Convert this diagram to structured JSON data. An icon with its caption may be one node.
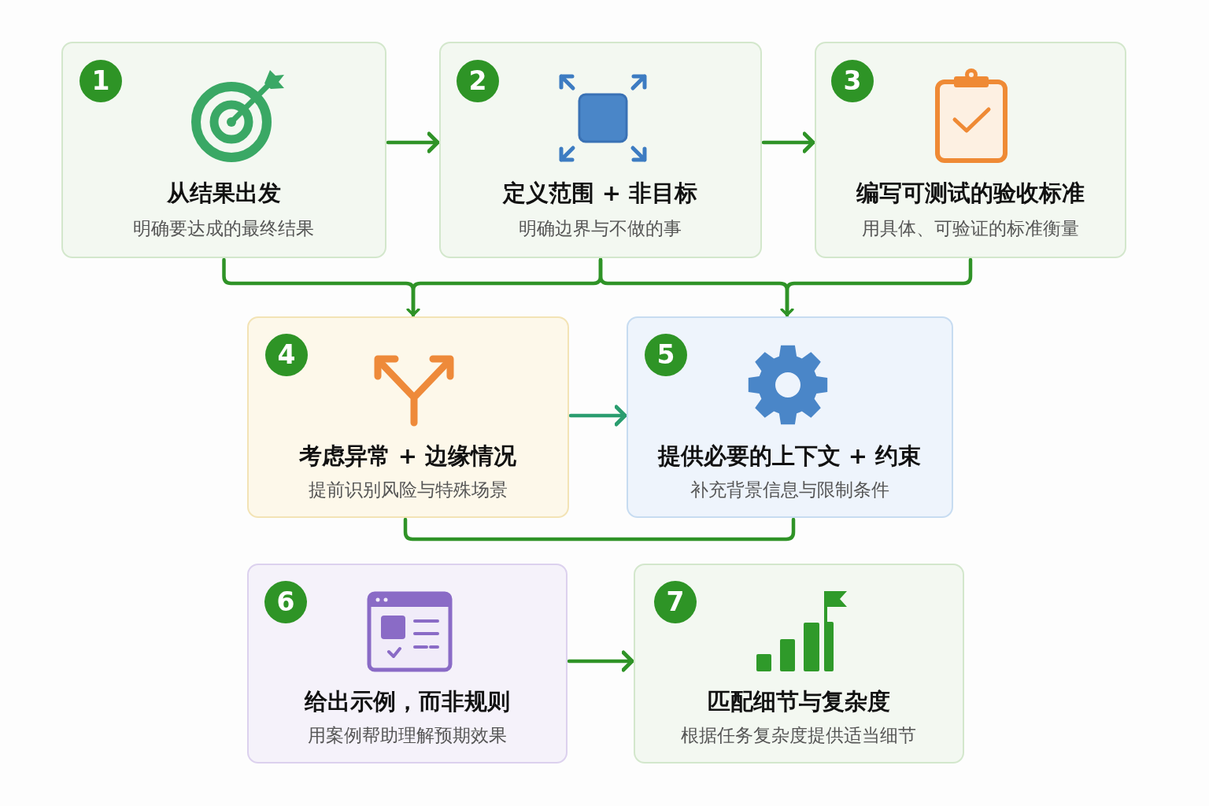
{
  "diagram": {
    "nodes": [
      {
        "text": [
          "从结果出发",
          "明确要达成的最终结果"
        ]
      },
      {
        "text": [
          "1"
        ],
        "in": 0
      },
      {
        "text": [
          "定义范围 + 非目标",
          "明确边界与不做的事"
        ]
      },
      {
        "text": [
          "2"
        ],
        "in": 2
      },
      {
        "text": [
          "编写可测试的验收标准",
          "用具体、可验证的标准衡量"
        ]
      },
      {
        "text": [
          "3"
        ],
        "in": 4
      },
      {
        "text": [
          "考虑异常 + 边缘情况",
          "提前识别风险与特殊场景"
        ]
      },
      {
        "text": [
          "4"
        ],
        "in": 6
      },
      {
        "text": [
          "提供必要的上下文 + 约束",
          "补充背景信息与限制条件"
        ]
      },
      {
        "text": [
          "5"
        ],
        "in": 8
      },
      {
        "text": [
          "给出示例，而非规则",
          "用案例帮助理解预期效果"
        ]
      },
      {
        "text": [
          "6"
        ],
        "in": 10
      },
      {
        "text": [
          "匹配细节与复杂度",
          "根据任务复杂度提供适当细节"
        ]
      },
      {
        "text": [
          "7"
        ],
        "in": 12
      }
    ],
    "edges": [
      {
        "from": 0,
        "to": 2,
        "arrow": "to"
      },
      {
        "from": 2,
        "to": 4,
        "arrow": "to"
      },
      {
        "from": 0,
        "to": 6,
        "arrow": "to"
      },
      {
        "from": 2,
        "to": 6,
        "arrow": "to"
      },
      {
        "from": 2,
        "to": 8,
        "arrow": "to"
      },
      {
        "from": 4,
        "to": 8,
        "arrow": "to"
      },
      {
        "from": 6,
        "to": 8,
        "arrow": "to",
        "color": "#2a9d6f"
      },
      {
        "from": 6,
        "to": 8,
        "arrow": "none"
      },
      {
        "from": 10,
        "to": 12,
        "arrow": "to"
      }
    ]
  }
}
